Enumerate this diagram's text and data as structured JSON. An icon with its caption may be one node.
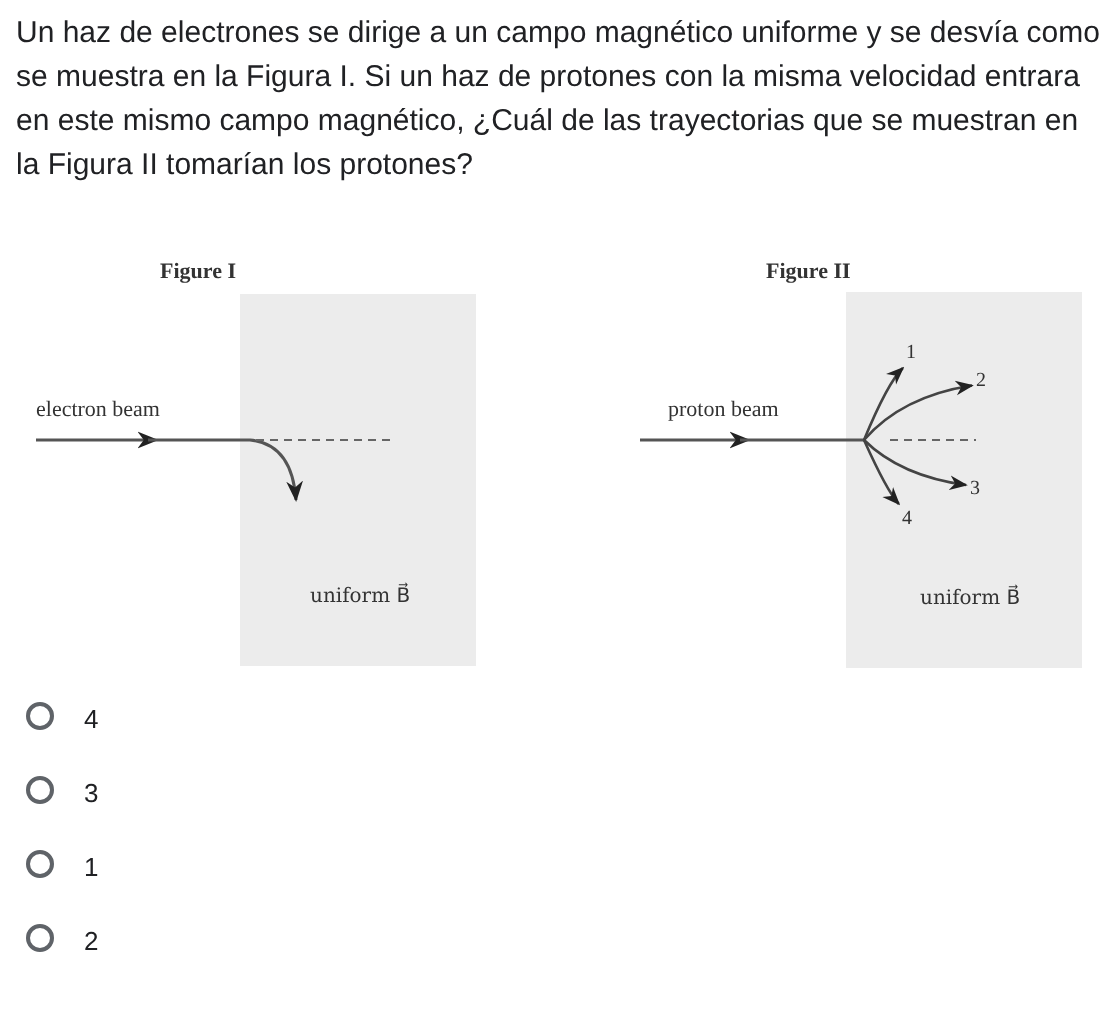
{
  "diagram": {
    "title": "Un haz de electrones se dirige a un campo magnético uniforme y se desvía como se muestra en la Figura I. Si un haz de protones con la misma velocidad entrara en este mismo campo magnético, ¿Cuál de las trayectorias que se muestran en la Figura II tomarían los protones?",
    "nodes": [
      {
        "text": [
          "uniform B⃗"
        ]
      },
      {
        "text": [
          "uniform B⃗"
        ]
      },
      {
        "text": [
          "1"
        ],
        "in": 1
      },
      {
        "text": [
          "2"
        ],
        "in": 1
      },
      {
        "text": [
          "3"
        ],
        "in": 1
      },
      {
        "text": [
          "4"
        ],
        "in": 1
      }
    ],
    "edges": [
      {
        "from": null,
        "to": 2,
        "arrow": "to"
      },
      {
        "from": null,
        "to": 3,
        "arrow": "to"
      },
      {
        "from": null,
        "to": 4,
        "arrow": "to"
      },
      {
        "from": null,
        "to": 5,
        "arrow": "to"
      }
    ],
    "labels": [
      "Figure I",
      "electron beam",
      "Figure II",
      "proton beam",
      "4",
      "3",
      "1",
      "2"
    ]
  }
}
